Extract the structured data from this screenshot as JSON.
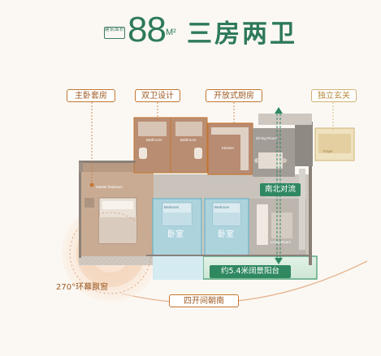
{
  "header": {
    "area_note": "建筑面积",
    "area_value": "88",
    "area_unit": "M²",
    "layout_title": "三房两卫"
  },
  "callouts": {
    "master_suite": "主卧套房",
    "double_bathroom": "双卫设计",
    "open_kitchen": "开放式厨房",
    "independent_entrance": "独立玄关"
  },
  "features": {
    "north_south_ventilation": "南北对流",
    "balcony": "约5.4米阔景阳台",
    "bay_window": "270°环幕飘窗",
    "four_bays_south": "四开间朝南"
  },
  "rooms": {
    "bedroom_1": "卧室",
    "bedroom_2": "卧室",
    "bathroom_1": "Bathroom",
    "bathroom_2": "Bathroom",
    "kitchen": "Kitchen",
    "dining_room": "Dining Room",
    "master_bedroom": "Master bedroom",
    "bedroom_en_1": "Bedroom",
    "bedroom_en_2": "Bedroom",
    "living_room": "Living Room",
    "foyer": "Foyer"
  },
  "colors": {
    "accent_green": "#2f8860",
    "accent_orange": "#c4762f",
    "accent_gold": "#d1b272",
    "bedroom_blue": "#a9d4e0",
    "balcony_green": "#dff0e3"
  }
}
